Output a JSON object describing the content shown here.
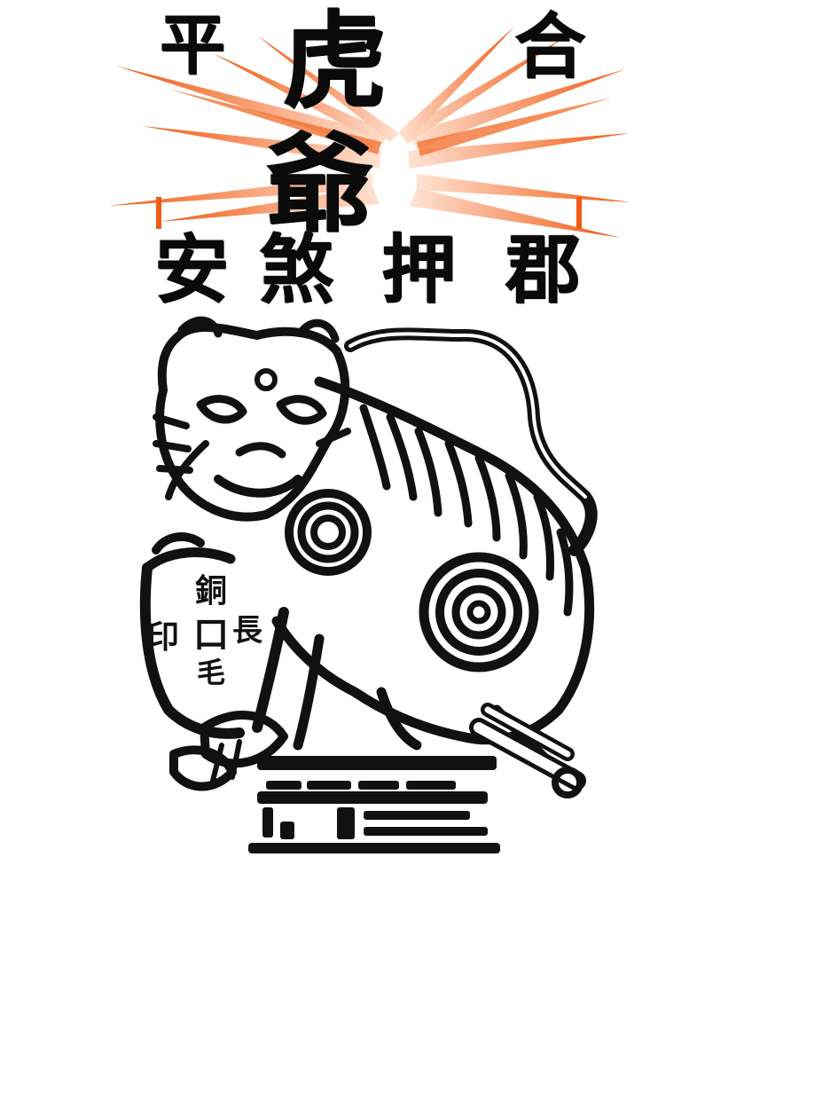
{
  "poster": {
    "title_row": [
      "平",
      "虎",
      "合"
    ],
    "center_char": "爺",
    "bottom_row": [
      "安",
      "煞",
      "押",
      "郡"
    ],
    "seal_chars": [
      "銅",
      "印",
      "口",
      "長",
      "毛"
    ]
  },
  "colors": {
    "ink": "#0a0a0a",
    "ray_orange": "#f05a14",
    "ray_light": "#ffd6bf",
    "paper": "#ffffff"
  }
}
